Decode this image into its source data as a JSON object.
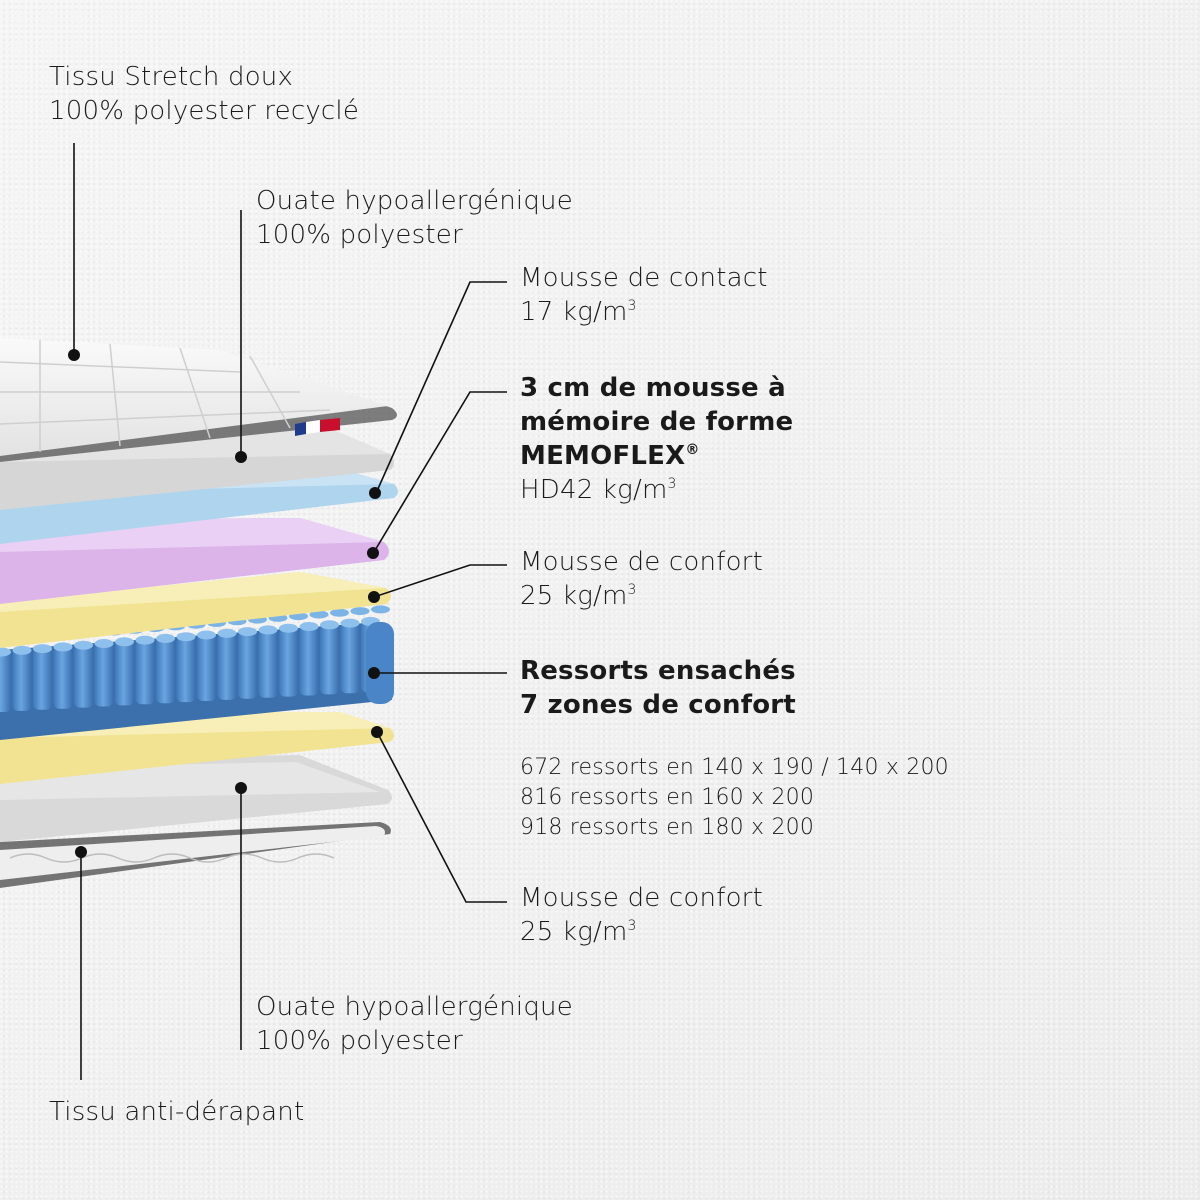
{
  "labels": {
    "top_fabric": {
      "line1": "Tissu Stretch doux",
      "line2": "100% polyester recyclé"
    },
    "top_wadding": {
      "line1": "Ouate hypoallergénique",
      "line2": "100% polyester"
    },
    "contact_foam": {
      "line1": "Mousse de contact",
      "line2": "17 kg/m",
      "sup": "3"
    },
    "memory_foam": {
      "line1": "3 cm de mousse à",
      "line2": "mémoire de forme",
      "line3": "MEMOFLEX",
      "reg": "®",
      "line4": "HD42 kg/m",
      "sup": "3"
    },
    "comfort_top": {
      "line1": "Mousse de confort",
      "line2": "25 kg/m",
      "sup": "3"
    },
    "springs": {
      "line1": "Ressorts ensachés",
      "line2": "7 zones de confort"
    },
    "spring_counts": [
      "672 ressorts en 140 x 190 / 140 x 200",
      "816 ressorts en 160 x 200",
      "918 ressorts en 180 x 200"
    ],
    "comfort_bottom": {
      "line1": "Mousse de confort",
      "line2": "25 kg/m",
      "sup": "3"
    },
    "bottom_wadding": {
      "line1": "Ouate hypoallergénique",
      "line2": "100% polyester"
    },
    "anti_slip": {
      "line1": "Tissu anti-dérapant"
    }
  },
  "colors": {
    "leader_line": "#111111",
    "top_fabric": "#f4f4f4",
    "wadding": "#dcdcdc",
    "contact_foam": "#bcdcf1",
    "memory_foam": "#e5c4ef",
    "comfort_foam": "#f4e7a0",
    "springs": "#4f8ed0",
    "anti_slip": "#ededed",
    "flag": [
      "#1f3c8c",
      "#ffffff",
      "#c8102e"
    ]
  }
}
